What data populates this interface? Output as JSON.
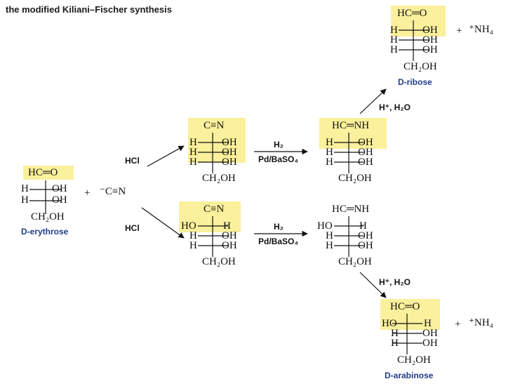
{
  "title": "the modified Kiliani–Fischer synthesis",
  "labels": {
    "hcl": "HCl",
    "h2": "H₂",
    "catalyst": "Pd/BaSO₄",
    "h_h2o": "H⁺, H₂O",
    "plus": "+"
  },
  "names": {
    "erythrose": "D-erythrose",
    "ribose": "D-ribose",
    "arabinose": "D-arabinose"
  },
  "text": {
    "hc_o": "HC═O",
    "c_n": "C≡N",
    "hc_nh": "HC═NH",
    "h": "H",
    "oh": "OH",
    "ho": "HO",
    "ch2oh": "CH₂OH",
    "cyanide": "⁻C≡N",
    "nh4": "⁺NH₄"
  }
}
